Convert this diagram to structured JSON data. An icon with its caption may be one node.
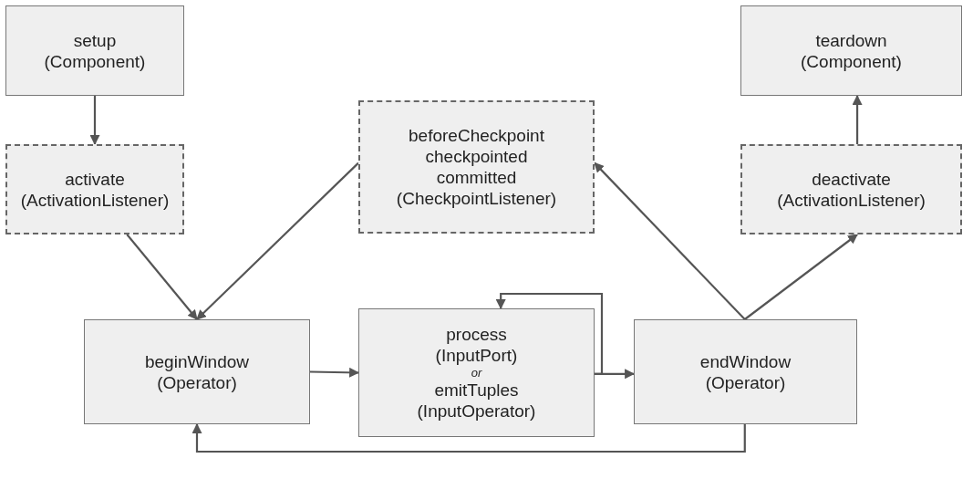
{
  "diagram": {
    "nodes": [
      {
        "text": [
          "setup",
          "(Component)"
        ]
      },
      {
        "text": [
          "activate",
          "(ActivationListener)"
        ]
      },
      {
        "text": [
          "beforeCheckpoint",
          "checkpointed",
          "committed",
          "(CheckpointListener)"
        ]
      },
      {
        "text": [
          "teardown",
          "(Component)"
        ]
      },
      {
        "text": [
          "deactivate",
          "(ActivationListener)"
        ]
      },
      {
        "text": [
          "beginWindow",
          "(Operator)"
        ]
      },
      {
        "text": [
          "process",
          "(InputPort)",
          "or",
          "emitTuples",
          "(InputOperator)"
        ]
      },
      {
        "text": [
          "endWindow",
          "(Operator)"
        ]
      }
    ],
    "edges": [
      {
        "from": 0,
        "to": 1,
        "arrow": "to"
      },
      {
        "from": 1,
        "to": 5,
        "arrow": "to"
      },
      {
        "from": 2,
        "to": 5,
        "arrow": "to"
      },
      {
        "from": 7,
        "to": 2,
        "arrow": "to"
      },
      {
        "from": 7,
        "to": 4,
        "arrow": "to"
      },
      {
        "from": 4,
        "to": 3,
        "arrow": "to"
      },
      {
        "from": 5,
        "to": 6,
        "arrow": "to"
      },
      {
        "from": 6,
        "to": 7,
        "arrow": "to"
      },
      {
        "from": 6,
        "to": 6,
        "arrow": "to"
      },
      {
        "from": 7,
        "to": 5,
        "arrow": "to"
      }
    ]
  }
}
